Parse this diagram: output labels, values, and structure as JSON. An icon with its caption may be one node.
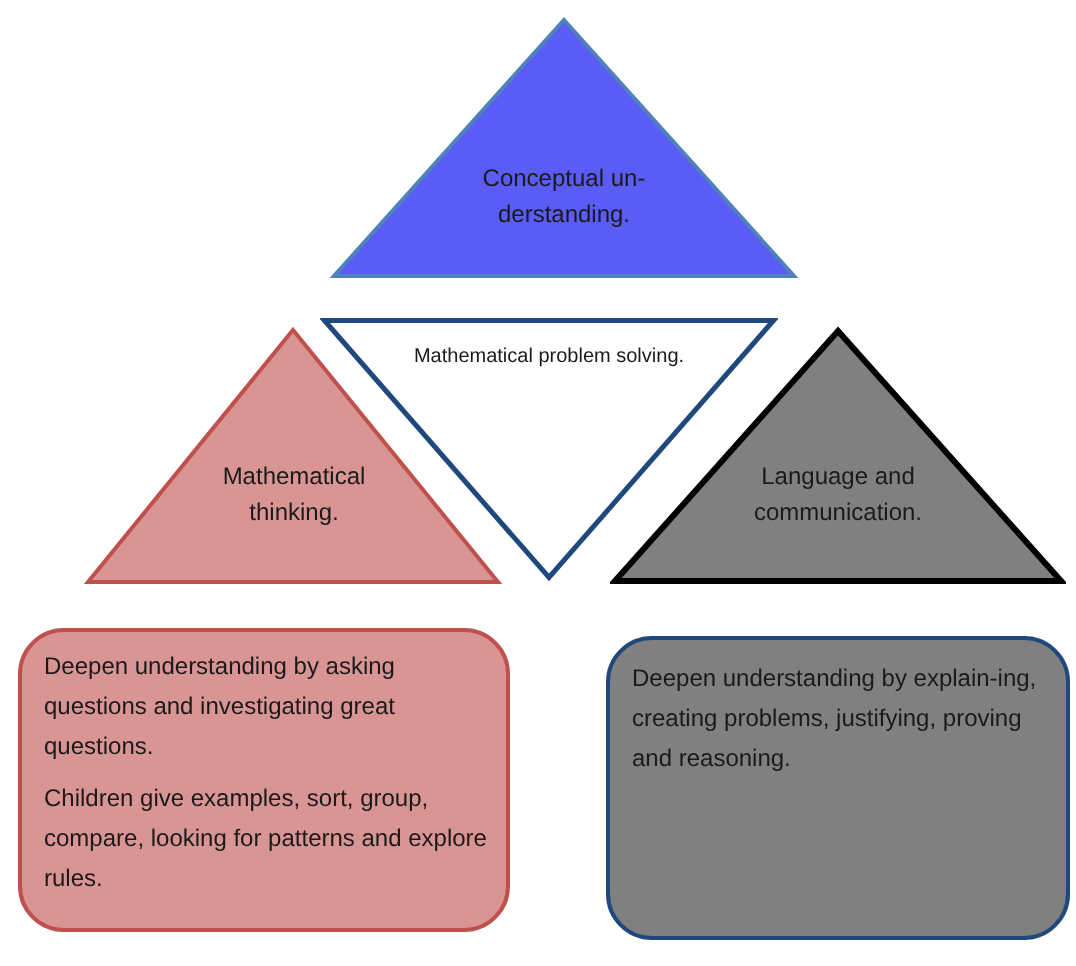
{
  "diagram": {
    "nodes": [
      {
        "text": [
          "Conceptual un-derstanding."
        ]
      },
      {
        "text": [
          "Mathematical problem solving."
        ]
      },
      {
        "text": [
          "Mathematical thinking."
        ]
      },
      {
        "text": [
          "Language and communication."
        ]
      },
      {
        "text": [
          "Deepen understanding by asking questions and investigating great questions.",
          "Children give examples, sort, group, compare, looking for patterns and explore rules."
        ]
      },
      {
        "text": [
          "Deepen understanding by explain-ing, creating problems, justifying, proving and reasoning."
        ]
      }
    ]
  }
}
